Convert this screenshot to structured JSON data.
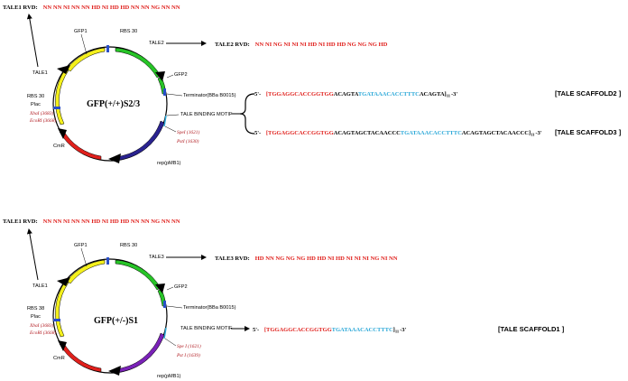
{
  "panel1": {
    "tale1_rvd_label": "TALE1 RVD:",
    "tale1_rvd_seq": "NN NN NI NN NN HD NI HD HD NN NN NG NN NN",
    "tale2_rvd_label": "TALE2 RVD:",
    "tale2_rvd_seq": "NN NI NG NI NI NI HD NI HD HD NG NG NG HD",
    "plasmid_name": "GFP(+/+)S2/3",
    "labels": {
      "gfp1": "GFP1",
      "rbs30_top": "RBS 30",
      "tale2": "TALE2",
      "gfp2": "GFP2",
      "terminator": "Terminator(BBa B0015)",
      "tale_binding_motif": "TALE BINDING MOTIF",
      "spei": "SpeI (1621)",
      "psti": "PstI (1630)",
      "rep": "rep(pMB1)",
      "cmr": "CmR",
      "tale1": "TALE1",
      "rbs30_left": "RBS 30",
      "plac": "Plac",
      "xbai": "XbaI (3683)",
      "ecori": "EcoRI (3668)"
    },
    "seq_rows": [
      {
        "prefix": "5'-",
        "open": "[",
        "red": "TGGAGGCACCGGTGG",
        "black1": "ACAGTA",
        "cyan": "TGATAAACACCTTTC",
        "black2": "ACAGTA]",
        "sub": "11",
        "suffix": "-3'",
        "scaffold": "[TALE SCAFFOLD2 ]"
      },
      {
        "prefix": "5'-",
        "open": "[",
        "red": "TGGAGGCACCGGTGG",
        "black1": "ACAGTAGCTACAACCC",
        "cyan": "TGATAAACACCTTTC",
        "black2": "ACAGTAGCTACAACCC]",
        "sub": "11",
        "suffix": "-3'",
        "scaffold": "[TALE SCAFFOLD3 ]"
      }
    ]
  },
  "panel2": {
    "tale1_rvd_label": "TALE1 RVD:",
    "tale1_rvd_seq": "NN NN NI NN NN HD NI HD HD NN NN NG NN NN",
    "tale3_rvd_label": "TALE3 RVD:",
    "tale3_rvd_seq": "HD NN NG NG NG HD HD NI HD NI NI NI NG NI NN",
    "plasmid_name": "GFP(+/-)S1",
    "labels": {
      "gfp1": "GFP1",
      "rbs30_top": "RBS 30",
      "tale3": "TALE3",
      "gfp2": "GFP2",
      "terminator": "Terminator(BBa B0015)",
      "tale_binding_motif": "TALE BINDING MOTIF",
      "spei": "Spe I (1621)",
      "psti": "Pst I (1639)",
      "rep": "rep(pMB1)",
      "cmr": "CmR",
      "tale1": "TALE1",
      "rbs30_left": "RBS 38",
      "plac": "Plac",
      "xbai": "XbaI (3683)",
      "ecori": "EcoRI (3668)"
    },
    "seq_row": {
      "prefix": "5'-",
      "open": "[",
      "red": "TGGAGGCACCGGTGG",
      "cyan": "TGATAAACACCTTTC",
      "close": "]",
      "sub": "11",
      "suffix": "-3'",
      "scaffold": "[TALE SCAFFOLD1 ]"
    }
  },
  "colors": {
    "rvd_red": "#e0201c",
    "gfp_yellow": "#f4f01c",
    "tale_green": "#27c427",
    "cmr_red": "#e0201c",
    "rep_navy": "#2a2390",
    "rep_purple": "#7a22b8",
    "motif_cyan": "#2ba8d8"
  }
}
